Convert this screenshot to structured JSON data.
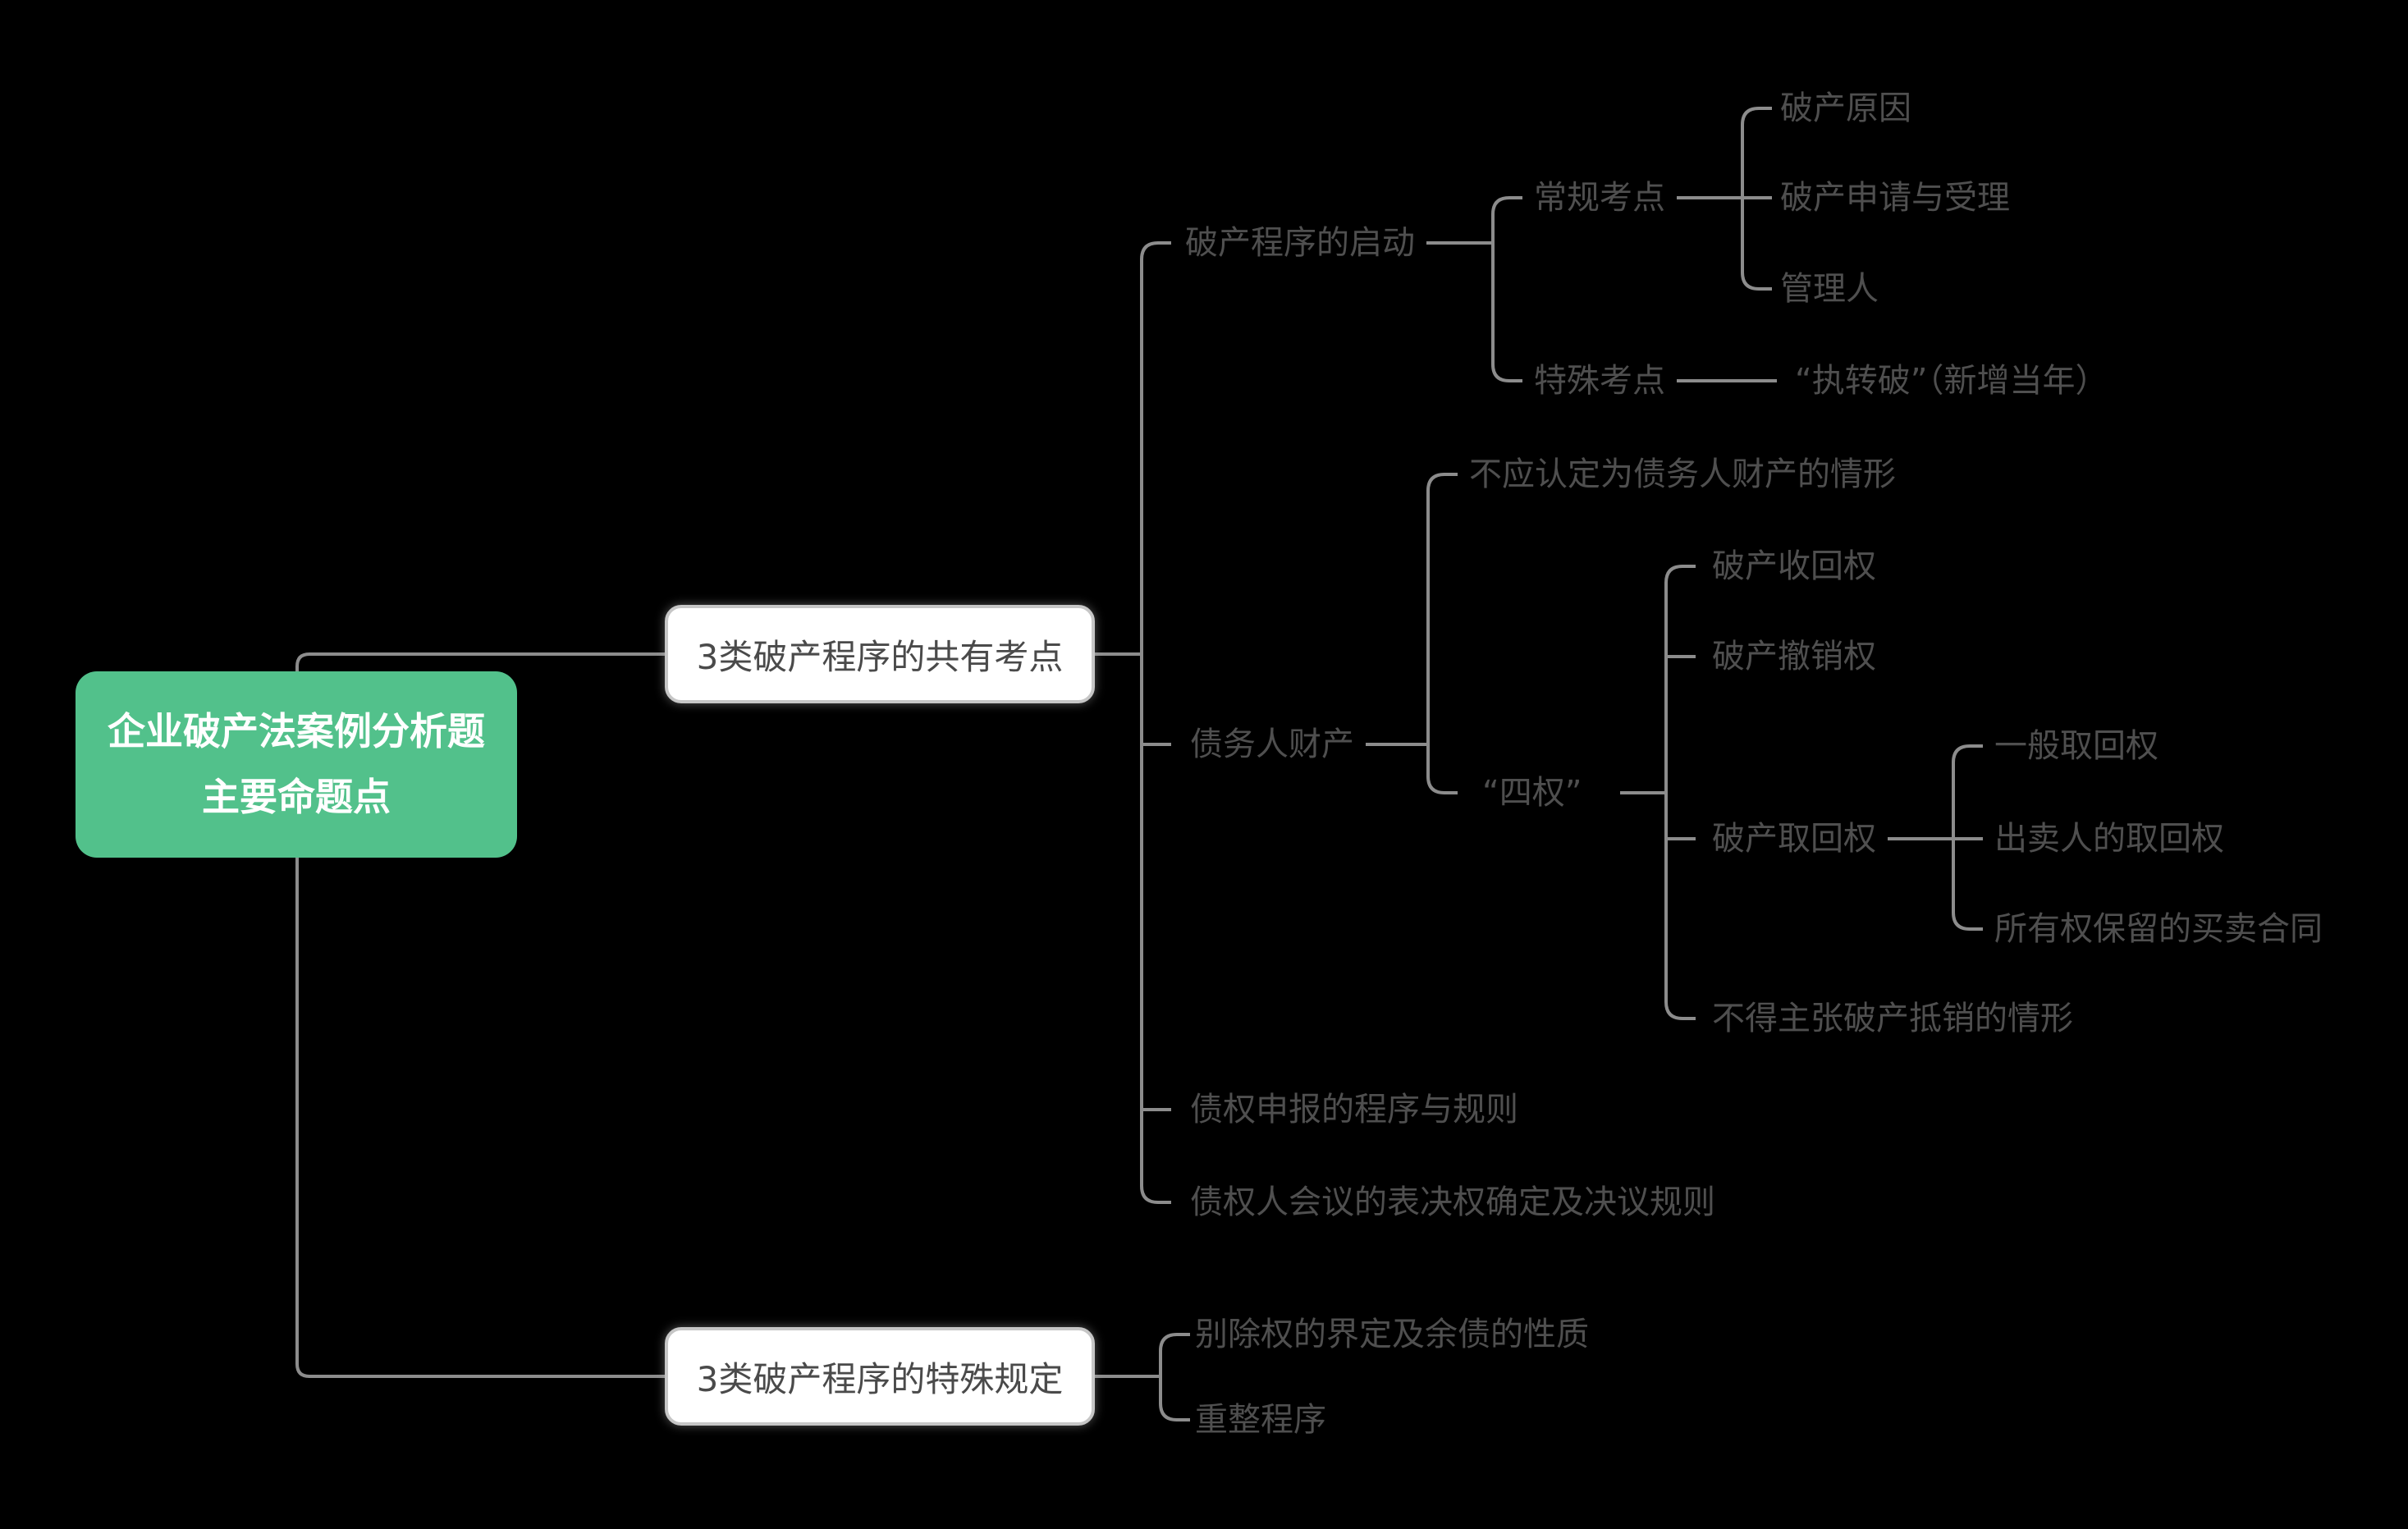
{
  "colors": {
    "background": "#000000",
    "root_fill": "#52C18B",
    "root_text": "#FFFFFF",
    "branch_box_fill": "#FFFFFF",
    "branch_box_border": "#C6C6C6",
    "branch_box_text": "#4A4A4A",
    "label_text": "#4F4F4F",
    "connector": "#8C8C8C"
  },
  "root": {
    "title_lines": [
      "企业破产法案例分析题",
      "主要命题点"
    ]
  },
  "branches": [
    {
      "label": "3类破产程序的共有考点",
      "children": [
        {
          "label": "破产程序的启动",
          "children": [
            {
              "label": "常规考点",
              "children": [
                {
                  "label": "破产原因"
                },
                {
                  "label": "破产申请与受理"
                },
                {
                  "label": "管理人"
                }
              ]
            },
            {
              "label": "特殊考点",
              "children": [
                {
                  "label": "“执转破”（新增当年）"
                }
              ]
            }
          ]
        },
        {
          "label": "债务人财产",
          "children": [
            {
              "label": "不应认定为债务人财产的情形"
            },
            {
              "label": "“四权”",
              "children": [
                {
                  "label": "破产收回权"
                },
                {
                  "label": "破产撤销权"
                },
                {
                  "label": "破产取回权",
                  "children": [
                    {
                      "label": "一般取回权"
                    },
                    {
                      "label": "出卖人的取回权"
                    },
                    {
                      "label": "所有权保留的买卖合同"
                    }
                  ]
                },
                {
                  "label": "不得主张破产抵销的情形"
                }
              ]
            }
          ]
        },
        {
          "label": "债权申报的程序与规则"
        },
        {
          "label": "债权人会议的表决权确定及决议规则"
        }
      ]
    },
    {
      "label": "3类破产程序的特殊规定",
      "children": [
        {
          "label": "别除权的界定及余债的性质"
        },
        {
          "label": "重整程序"
        }
      ]
    }
  ]
}
